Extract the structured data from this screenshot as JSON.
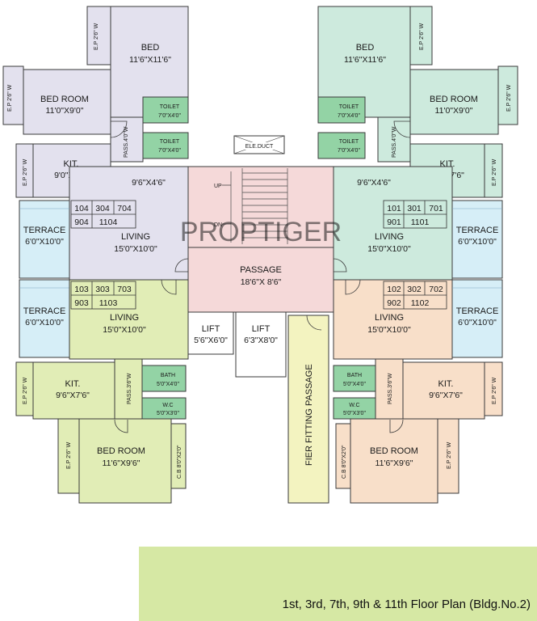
{
  "rooms": {
    "l_bed": {
      "name": "BED",
      "dim": "11'6\"X11'6\""
    },
    "l_bedroom": {
      "name": "BED ROOM",
      "dim": "11'0\"X9'0\""
    },
    "l_toilet1": {
      "name": "TOILET",
      "dim": "7'0\"X4'0\""
    },
    "l_toilet2": {
      "name": "TOILET",
      "dim": "7'0\"X4'0\""
    },
    "l_kit": {
      "name": "KIT.",
      "dim": "9'0\"X7'6\""
    },
    "l_alcove": {
      "dim": "9'6\"X4'6\""
    },
    "l_living": {
      "name": "LIVING",
      "dim": "15'0\"X10'0\""
    },
    "l_terrace": {
      "name": "TERRACE",
      "dim": "6'0\"X10'0\""
    },
    "r_bed": {
      "name": "BED",
      "dim": "11'6\"X11'6\""
    },
    "r_bedroom": {
      "name": "BED ROOM",
      "dim": "11'0\"X9'0\""
    },
    "r_toilet1": {
      "name": "TOILET",
      "dim": "7'0\"X4'0\""
    },
    "r_toilet2": {
      "name": "TOILET",
      "dim": "7'0\"X4'0\""
    },
    "r_kit": {
      "name": "KIT.",
      "dim": "9'0\"X7'6\""
    },
    "r_alcove": {
      "dim": "9'6\"X4'6\""
    },
    "r_living": {
      "name": "LIVING",
      "dim": "15'0\"X10'0\""
    },
    "r_terrace": {
      "name": "TERRACE",
      "dim": "6'0\"X10'0\""
    },
    "passage": {
      "name": "PASSAGE",
      "dim": "18'6\"X 8'6\""
    },
    "lift1": {
      "name": "LIFT",
      "dim": "5'6\"X6'0\""
    },
    "lift2": {
      "name": "LIFT",
      "dim": "6'3\"X8'0\""
    },
    "fire": {
      "name": "FIER FITTING PASSAGE"
    },
    "bl_living": {
      "name": "LIVING",
      "dim": "15'0\"X10'0\""
    },
    "bl_terrace": {
      "name": "TERRACE",
      "dim": "6'0\"X10'0\""
    },
    "bl_kit": {
      "name": "KIT.",
      "dim": "9'6\"X7'6\""
    },
    "bl_bath": {
      "name": "BATH",
      "dim": "5'0\"X4'0\""
    },
    "bl_wc": {
      "name": "W.C",
      "dim": "5'0\"X3'0\""
    },
    "bl_bedroom": {
      "name": "BED ROOM",
      "dim": "11'6\"X9'6\""
    },
    "br_living": {
      "name": "LIVING",
      "dim": "15'0\"X10'0\""
    },
    "br_terrace": {
      "name": "TERRACE",
      "dim": "6'0\"X10'0\""
    },
    "br_kit": {
      "name": "KIT.",
      "dim": "9'6\"X7'6\""
    },
    "br_bath": {
      "name": "BATH",
      "dim": "5'0\"X4'0\""
    },
    "br_wc": {
      "name": "W.C",
      "dim": "5'0\"X3'0\""
    },
    "br_bedroom": {
      "name": "BED ROOM",
      "dim": "11'6\"X9'6\""
    }
  },
  "small": {
    "ep": "E.P 2'6\" W",
    "pass40": "PASS.4'0\"W",
    "pass36": "PASS.3'6\"W",
    "cb": "C.B 8'0\"X2'0\"",
    "elec": "ELE.DUCT",
    "up": "UP",
    "dn": "DN"
  },
  "units": {
    "tl": [
      "104",
      "304",
      "704",
      "904",
      "1104"
    ],
    "tr": [
      "101",
      "301",
      "701",
      "901",
      "1101"
    ],
    "bl": [
      "103",
      "303",
      "703",
      "903",
      "1103"
    ],
    "br": [
      "102",
      "302",
      "702",
      "902",
      "1102"
    ]
  },
  "colors": {
    "lavender": "#e3e1ee",
    "mint": "#cdeadd",
    "toilet": "#93d3a5",
    "cyan": "#d6eef7",
    "pink": "#f5d9d9",
    "lime": "#e1edb6",
    "peach": "#f8dfc9",
    "yellow": "#f3f3c0",
    "footer": "#d6e8a4"
  },
  "footer": {
    "title": "1st, 3rd, 7th, 9th & 11th Floor Plan (Bldg.No.2)"
  }
}
